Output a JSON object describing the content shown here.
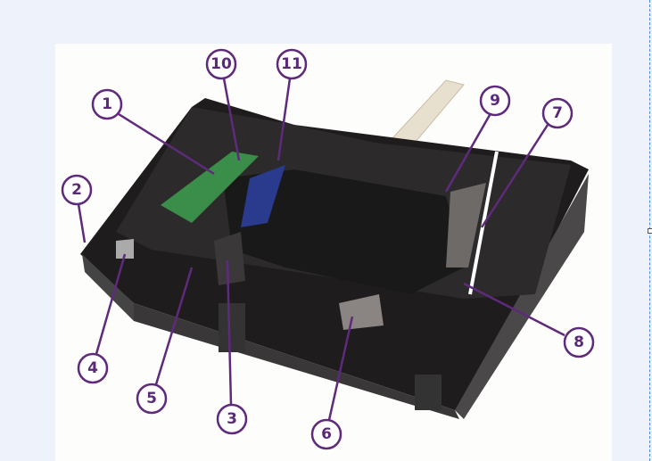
{
  "figure": {
    "callouts": [
      "1",
      "2",
      "3",
      "4",
      "5",
      "6",
      "7",
      "8",
      "9",
      "10",
      "11"
    ],
    "colors": {
      "callout": "#5f2a7c",
      "device": "#2a2728",
      "background": "#edf2fb"
    }
  }
}
